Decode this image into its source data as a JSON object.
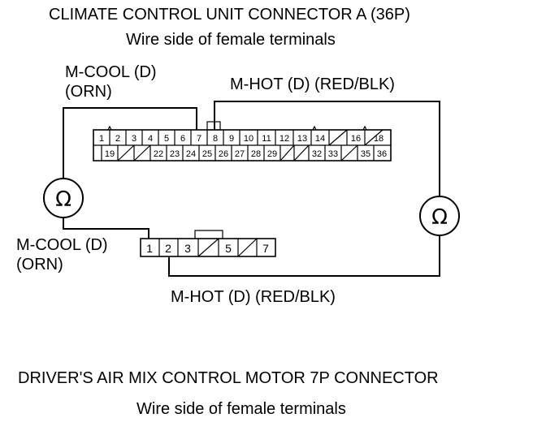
{
  "connector_a": {
    "title": "CLIMATE CONTROL UNIT CONNECTOR A (36P)",
    "subtitle": "Wire side of female terminals",
    "top_row": [
      "1",
      "2",
      "3",
      "4",
      "5",
      "6",
      "7",
      "8",
      "9",
      "10",
      "11",
      "12",
      "13",
      "14",
      "",
      "16",
      "",
      "18"
    ],
    "bottom_row": [
      "",
      "19",
      "",
      "",
      "22",
      "23",
      "24",
      "25",
      "26",
      "27",
      "28",
      "29",
      "",
      "",
      "32",
      "33",
      "",
      "35",
      "36"
    ]
  },
  "connector_b": {
    "title": "DRIVER'S AIR MIX CONTROL MOTOR 7P CONNECTOR",
    "subtitle": "Wire side of female terminals",
    "pins": [
      "1",
      "2",
      "3",
      "",
      "5",
      "",
      "7"
    ]
  },
  "wires": {
    "mcool_top_line1": "M-COOL (D)",
    "mcool_top_line2": "(ORN)",
    "mhot_top": "M-HOT (D) (RED/BLK)",
    "mcool_bottom_line1": "M-COOL (D)",
    "mcool_bottom_line2": "(ORN)",
    "mhot_bottom": "M-HOT (D) (RED/BLK)"
  },
  "meters": {
    "left_symbol": "Ω",
    "right_symbol": "Ω"
  }
}
